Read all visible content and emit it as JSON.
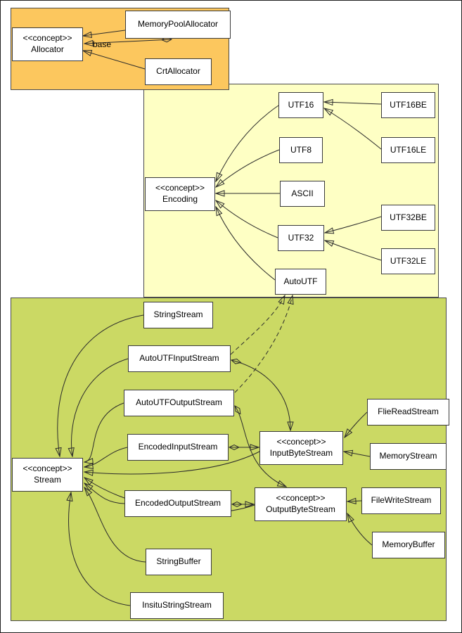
{
  "diagram": {
    "kind": "uml-class-diagram",
    "regions": {
      "allocators": {
        "color": "#fcc75e"
      },
      "encodings": {
        "color": "#feffc4"
      },
      "streams": {
        "color": "#cbd964"
      }
    }
  },
  "labels": {
    "base": "base"
  },
  "nodes": {
    "allocator": {
      "stereotype": "<<concept>>",
      "name": "Allocator"
    },
    "memoryPoolAllocator": {
      "name": "MemoryPoolAllocator"
    },
    "crtAllocator": {
      "name": "CrtAllocator"
    },
    "encoding": {
      "stereotype": "<<concept>>",
      "name": "Encoding"
    },
    "utf16": {
      "name": "UTF16"
    },
    "utf8": {
      "name": "UTF8"
    },
    "ascii": {
      "name": "ASCII"
    },
    "utf32": {
      "name": "UTF32"
    },
    "autoUtf": {
      "name": "AutoUTF"
    },
    "utf16be": {
      "name": "UTF16BE"
    },
    "utf16le": {
      "name": "UTF16LE"
    },
    "utf32be": {
      "name": "UTF32BE"
    },
    "utf32le": {
      "name": "UTF32LE"
    },
    "stream": {
      "stereotype": "<<concept>>",
      "name": "Stream"
    },
    "stringStream": {
      "name": "StringStream"
    },
    "autoUtfInputStream": {
      "name": "AutoUTFInputStream"
    },
    "autoUtfOutputStream": {
      "name": "AutoUTFOutputStream"
    },
    "encodedInputStream": {
      "name": "EncodedInputStream"
    },
    "encodedOutputStream": {
      "name": "EncodedOutputStream"
    },
    "stringBuffer": {
      "name": "StringBuffer"
    },
    "insituStringStream": {
      "name": "InsituStringStream"
    },
    "inputByteStream": {
      "stereotype": "<<concept>>",
      "name": "InputByteStream"
    },
    "outputByteStream": {
      "stereotype": "<<concept>>",
      "name": "OutputByteStream"
    },
    "flieReadStream": {
      "name": "FlieReadStream"
    },
    "memoryStream": {
      "name": "MemoryStream"
    },
    "fileWriteStream": {
      "name": "FileWriteStream"
    },
    "memoryBuffer": {
      "name": "MemoryBuffer"
    }
  },
  "edges": [
    {
      "from": "MemoryPoolAllocator",
      "to": "Allocator",
      "type": "refinement"
    },
    {
      "from": "CrtAllocator",
      "to": "Allocator",
      "type": "refinement"
    },
    {
      "from": "MemoryPoolAllocator",
      "to": "Allocator",
      "type": "aggregation",
      "label": "base"
    },
    {
      "from": "UTF16",
      "to": "Encoding",
      "type": "refinement"
    },
    {
      "from": "UTF8",
      "to": "Encoding",
      "type": "refinement"
    },
    {
      "from": "ASCII",
      "to": "Encoding",
      "type": "refinement"
    },
    {
      "from": "UTF32",
      "to": "Encoding",
      "type": "refinement"
    },
    {
      "from": "AutoUTF",
      "to": "Encoding",
      "type": "refinement"
    },
    {
      "from": "UTF16BE",
      "to": "UTF16",
      "type": "refinement"
    },
    {
      "from": "UTF16LE",
      "to": "UTF16",
      "type": "refinement"
    },
    {
      "from": "UTF32BE",
      "to": "UTF32",
      "type": "refinement"
    },
    {
      "from": "UTF32LE",
      "to": "UTF32",
      "type": "refinement"
    },
    {
      "from": "StringStream",
      "to": "Stream",
      "type": "refinement"
    },
    {
      "from": "AutoUTFInputStream",
      "to": "Stream",
      "type": "refinement"
    },
    {
      "from": "AutoUTFOutputStream",
      "to": "Stream",
      "type": "refinement"
    },
    {
      "from": "EncodedInputStream",
      "to": "Stream",
      "type": "refinement"
    },
    {
      "from": "EncodedOutputStream",
      "to": "Stream",
      "type": "refinement"
    },
    {
      "from": "StringBuffer",
      "to": "Stream",
      "type": "refinement"
    },
    {
      "from": "InsituStringStream",
      "to": "Stream",
      "type": "refinement"
    },
    {
      "from": "InputByteStream",
      "to": "Stream",
      "type": "refinement"
    },
    {
      "from": "OutputByteStream",
      "to": "Stream",
      "type": "refinement"
    },
    {
      "from": "FlieReadStream",
      "to": "InputByteStream",
      "type": "refinement"
    },
    {
      "from": "MemoryStream",
      "to": "InputByteStream",
      "type": "refinement"
    },
    {
      "from": "FileWriteStream",
      "to": "OutputByteStream",
      "type": "refinement"
    },
    {
      "from": "MemoryBuffer",
      "to": "OutputByteStream",
      "type": "refinement"
    },
    {
      "from": "AutoUTFInputStream",
      "to": "InputByteStream",
      "type": "aggregation"
    },
    {
      "from": "AutoUTFOutputStream",
      "to": "OutputByteStream",
      "type": "aggregation"
    },
    {
      "from": "EncodedInputStream",
      "to": "InputByteStream",
      "type": "aggregation"
    },
    {
      "from": "EncodedOutputStream",
      "to": "OutputByteStream",
      "type": "aggregation"
    },
    {
      "from": "AutoUTFInputStream",
      "to": "AutoUTF",
      "type": "dependency"
    },
    {
      "from": "AutoUTFOutputStream",
      "to": "AutoUTF",
      "type": "dependency"
    }
  ]
}
